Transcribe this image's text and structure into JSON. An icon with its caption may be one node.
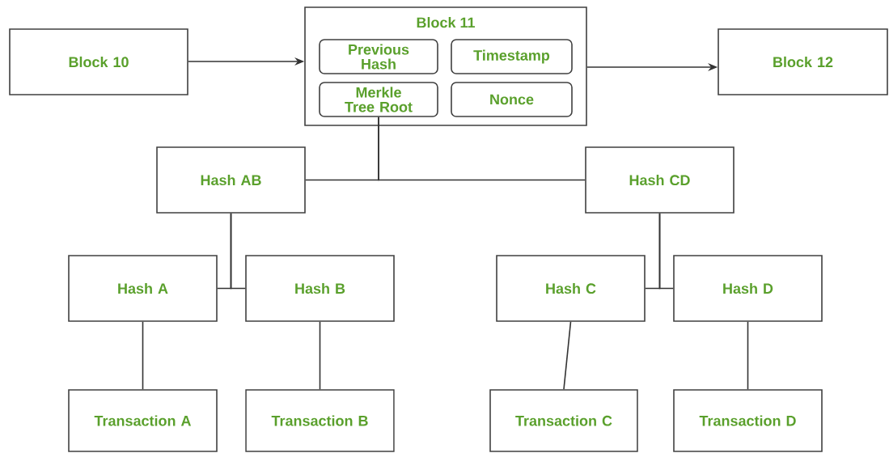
{
  "diagram": {
    "nodes": [
      {
        "text": [
          "Block 10"
        ]
      },
      {
        "text": [
          "Block 11"
        ]
      },
      {
        "text": [
          "Previous Hash"
        ],
        "in": 1
      },
      {
        "text": [
          "Timestamp"
        ],
        "in": 1
      },
      {
        "text": [
          "Merkle Tree Root"
        ],
        "in": 1
      },
      {
        "text": [
          "Nonce"
        ],
        "in": 1
      },
      {
        "text": [
          "Block 12"
        ]
      },
      {
        "text": [
          "Hash AB"
        ]
      },
      {
        "text": [
          "Hash CD"
        ]
      },
      {
        "text": [
          "Hash A"
        ]
      },
      {
        "text": [
          "Hash B"
        ]
      },
      {
        "text": [
          "Hash C"
        ]
      },
      {
        "text": [
          "Hash D"
        ]
      },
      {
        "text": [
          "Transaction A"
        ]
      },
      {
        "text": [
          "Transaction B"
        ]
      },
      {
        "text": [
          "Transaction C"
        ]
      },
      {
        "text": [
          "Transaction D"
        ]
      }
    ],
    "edges": [
      {
        "from": 0,
        "to": 1,
        "arrow": "to"
      },
      {
        "from": 1,
        "to": 6,
        "arrow": "to"
      },
      {
        "from": 7,
        "to": 4,
        "arrow": "none"
      },
      {
        "from": 8,
        "to": 4,
        "arrow": "none"
      },
      {
        "from": 9,
        "to": 7,
        "arrow": "none"
      },
      {
        "from": 10,
        "to": 7,
        "arrow": "none"
      },
      {
        "from": 11,
        "to": 8,
        "arrow": "none"
      },
      {
        "from": 12,
        "to": 8,
        "arrow": "none"
      },
      {
        "from": 13,
        "to": 9,
        "arrow": "none"
      },
      {
        "from": 14,
        "to": 10,
        "arrow": "none"
      },
      {
        "from": 15,
        "to": 11,
        "arrow": "none"
      },
      {
        "from": 16,
        "to": 12,
        "arrow": "none"
      }
    ]
  }
}
